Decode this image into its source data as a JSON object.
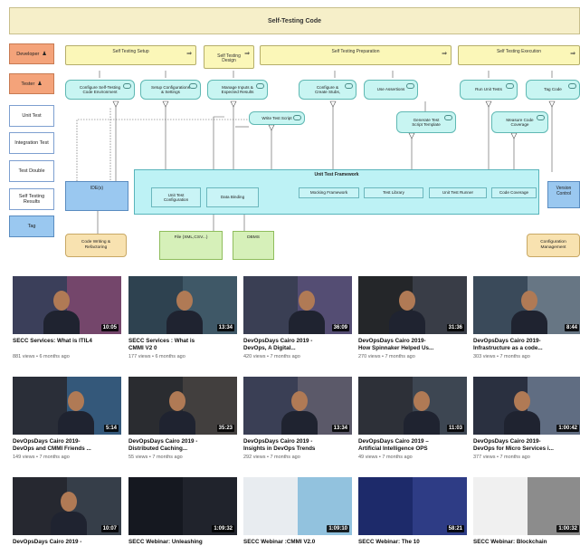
{
  "diagram": {
    "title": "Self-Testing Code",
    "legend": [
      {
        "label": "Developer",
        "style": "orange",
        "icon": "person-icon"
      },
      {
        "label": "Tester",
        "style": "orange",
        "icon": "person-icon"
      },
      {
        "label": "Unit Test",
        "style": "white"
      },
      {
        "label": "Integration Test",
        "style": "white"
      },
      {
        "label": "Test Double",
        "style": "white"
      },
      {
        "label": "Self Testing\nResults",
        "style": "white"
      },
      {
        "label": "Tag",
        "style": "blue"
      }
    ],
    "phases": [
      {
        "label": "Self Testing Setup"
      },
      {
        "label": "Self Testing\nDesign"
      },
      {
        "label": "Self Testing Preparation"
      },
      {
        "label": "Self Testing Execution"
      }
    ],
    "processes_top": [
      {
        "label": "Configure Self-Testing\nCode Environment"
      },
      {
        "label": "Setup Configurations\n& Settings"
      },
      {
        "label": "Manage Inputs &\nExpected Results"
      },
      {
        "label": "Configure &\nCreate Stubs,"
      },
      {
        "label": "Use Assertions"
      },
      {
        "label": "Run Unit Tests"
      },
      {
        "label": "Tag Code"
      }
    ],
    "processes_mid": [
      {
        "label": "Write Test Script"
      },
      {
        "label": "Generate Test\nScript Template"
      },
      {
        "label": "Measure Code\nCoverage"
      }
    ],
    "framework_title": "Unit Test Framework",
    "components": [
      {
        "label": "Unit Test\nConfiguration"
      },
      {
        "label": "Data Binding"
      },
      {
        "label": "Mocking Framework"
      },
      {
        "label": "Test Library"
      },
      {
        "label": "Unit Test Runner"
      },
      {
        "label": "Code Coverage"
      }
    ],
    "ide": "IDE(s)",
    "version_control": "Version\nControl",
    "code_writing": "Code Writing &\nRefactoring",
    "config_mgmt": "Configuration\nManagement",
    "file_artifact": "File (XML,CSV...)",
    "dbms": "DBMS"
  },
  "videos": [
    {
      "title": "SECC Services: What is ITIL4",
      "meta": "881 views • 6 months ago",
      "duration": "10:05"
    },
    {
      "title": "SECC Services : What is\nCMMI V2 0",
      "meta": "177 views • 6 months ago",
      "duration": "13:34"
    },
    {
      "title": "DevOpsDays Cairo 2019 -\nDevOps, A Digital...",
      "meta": "420 views • 7 months ago",
      "duration": "36:09"
    },
    {
      "title": "DevOpsDays Cairo 2019-\nHow Spinnaker Helped Us...",
      "meta": "270 views • 7 months ago",
      "duration": "31:36"
    },
    {
      "title": "DevOpsDays Cairo 2019-\nInfrastructure as a code...",
      "meta": "303 views • 7 months ago",
      "duration": "8:44"
    },
    {
      "title": "DevOpsDays Cairo 2019-\nDevOps and CMMI Friends ...",
      "meta": "149 views • 7 months ago",
      "duration": "5:14"
    },
    {
      "title": "DevOpsDays Cairo 2019 -\nDistributed Caching...",
      "meta": "55 views • 7 months ago",
      "duration": "35:23"
    },
    {
      "title": "DevOpsDays Cairo 2019 -\nInsights in DevOps Trends",
      "meta": "292 views • 7 months ago",
      "duration": "13:34"
    },
    {
      "title": "DevOpsDays Cairo 2019 –\nArtificial Intelligence OPS",
      "meta": "49 views • 7 months ago",
      "duration": "11:03"
    },
    {
      "title": "DevOpsDays Cairo 2019-\nDevOps for Micro Services i...",
      "meta": "377 views • 7 months ago",
      "duration": "1:00:42"
    },
    {
      "title": "DevOpsDays Cairo 2019 -",
      "meta": "",
      "duration": "10:07"
    },
    {
      "title": "SECC Webinar: Unleashing",
      "meta": "",
      "duration": "1:09:32"
    },
    {
      "title": "SECC Webinar :CMMI V2.0",
      "meta": "",
      "duration": "1:09:10"
    },
    {
      "title": "SECC Webinar: The 10",
      "meta": "",
      "duration": "58:21"
    },
    {
      "title": "SECC Webinar: Blockchain",
      "meta": "",
      "duration": "1:00:32"
    }
  ],
  "colors": {
    "accent_yellow": "#fbf7b8",
    "process_cyan": "#c8f5f2",
    "tag_blue": "#9ac8f0",
    "actor_orange": "#f4a37a"
  }
}
